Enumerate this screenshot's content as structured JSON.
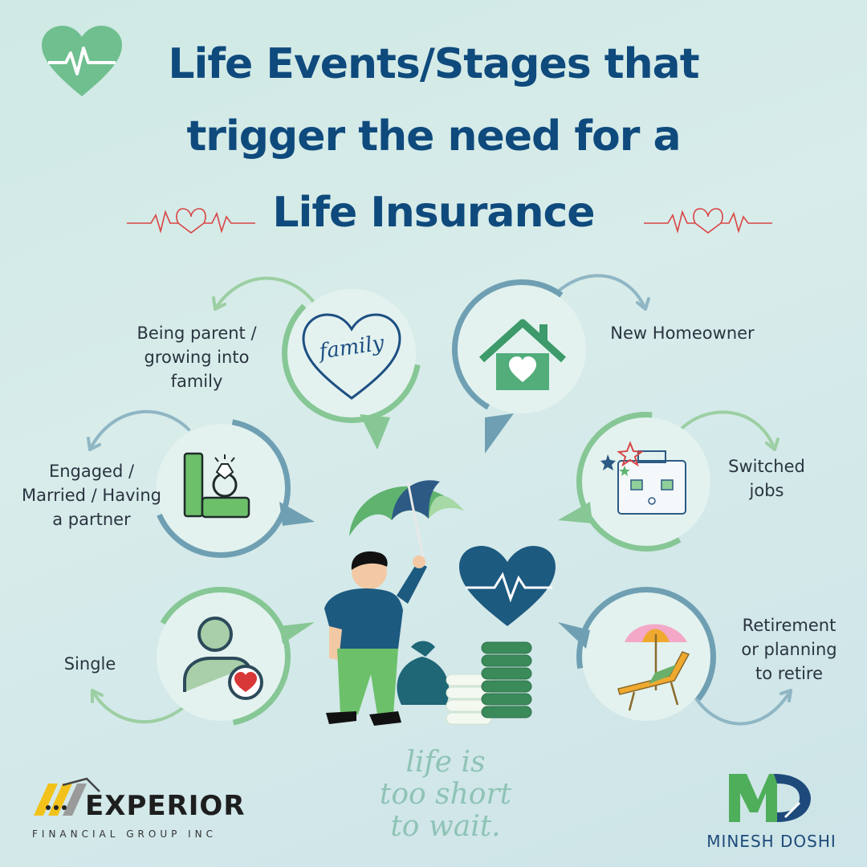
{
  "title": {
    "line1": "Life Events/Stages that",
    "line2": "trigger the need for a",
    "line3": "Life Insurance"
  },
  "events": {
    "family": {
      "line1": "Being parent /",
      "line2": "growing into",
      "line3": "family",
      "icon": "family-heart-icon"
    },
    "home": {
      "label": "New Homeowner",
      "icon": "house-heart-icon"
    },
    "married": {
      "line1": "Engaged /",
      "line2": "Married / Having",
      "line3": "a partner",
      "icon": "ring-box-icon"
    },
    "jobs": {
      "line1": "Switched",
      "line2": "jobs",
      "icon": "briefcase-icon"
    },
    "single": {
      "label": "Single",
      "icon": "person-heart-icon"
    },
    "retire": {
      "line1": "Retirement",
      "line2": "or planning",
      "line3": "to retire",
      "icon": "beach-chair-icon"
    }
  },
  "family_script": "family",
  "slogan": {
    "line1": "life is",
    "line2": "too short",
    "line3": "to wait."
  },
  "experior": {
    "name": "EXPERIOR",
    "subtitle": "FINANCIAL GROUP INC"
  },
  "minesh": {
    "name": "MINESH DOSHI"
  },
  "colors": {
    "title": "#0f4a7d",
    "green": "#5fb36f",
    "teal": "#5d9bb0",
    "dark_blue": "#1d5a80",
    "red": "#d94444"
  }
}
